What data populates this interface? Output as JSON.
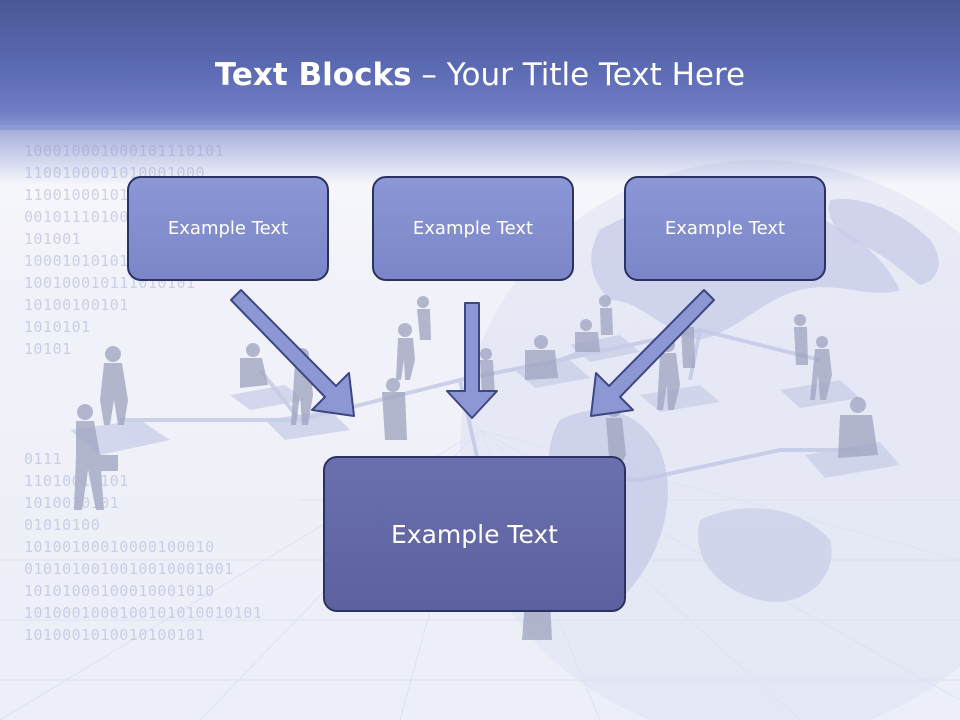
{
  "slide": {
    "title_bold": "Text Blocks",
    "title_rest": " – Your Title Text Here",
    "boxes": [
      {
        "label": "Example Text"
      },
      {
        "label": "Example Text"
      },
      {
        "label": "Example Text"
      }
    ],
    "target_box": {
      "label": "Example Text"
    },
    "background_binary": [
      "100010001000101110101",
      "1100100001010001000",
      "110010001010001",
      "0010111010010",
      "101001",
      "1000101010101",
      "100100010111010101",
      "10100100101",
      "1010101",
      "10101",
      "",
      "",
      "",
      "",
      "0111",
      "11010010101",
      "1010010101",
      "01010100",
      "10100100010000100010",
      "0101010010010010001001",
      "10101000100010001010",
      "1010001000100101010010101",
      "1010001010010100101"
    ]
  },
  "colors": {
    "header": "#5c6bb4",
    "box_fill": "#8c97d6",
    "target_fill": "#5d619f",
    "border": "#2b3262",
    "arrow_fill": "#8d97d3",
    "arrow_stroke": "#3d4782"
  },
  "icons": [
    "down-arrow-icon",
    "diagonal-arrow-icon"
  ]
}
